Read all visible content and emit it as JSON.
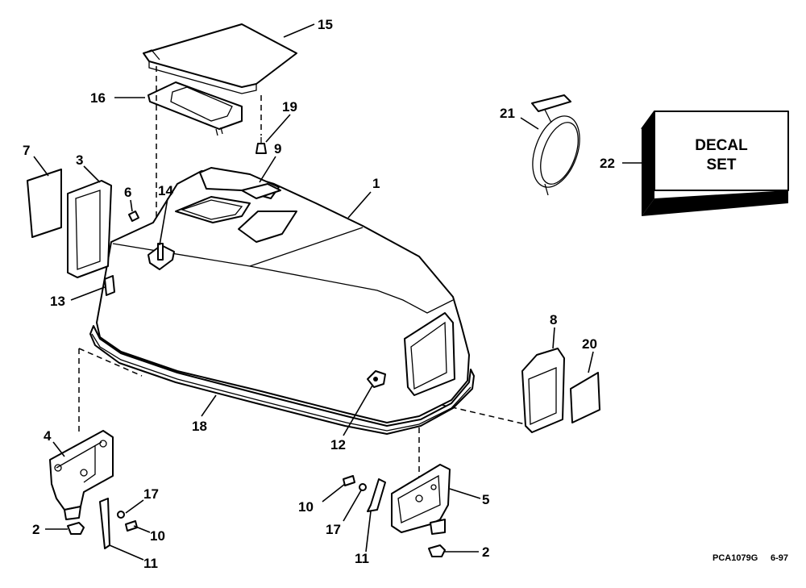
{
  "callouts": {
    "c1": "1",
    "c2a": "2",
    "c2b": "2",
    "c3": "3",
    "c4": "4",
    "c5": "5",
    "c6": "6",
    "c7": "7",
    "c8": "8",
    "c9": "9",
    "c10a": "10",
    "c10b": "10",
    "c11a": "11",
    "c11b": "11",
    "c12": "12",
    "c13": "13",
    "c14": "14",
    "c15": "15",
    "c16": "16",
    "c17a": "17",
    "c17b": "17",
    "c18": "18",
    "c19": "19",
    "c20": "20",
    "c21": "21",
    "c22": "22"
  },
  "decal_box": {
    "line1": "DECAL",
    "line2": "SET"
  },
  "footer": {
    "drawing_code": "PCA1079G",
    "date": "6-97"
  }
}
